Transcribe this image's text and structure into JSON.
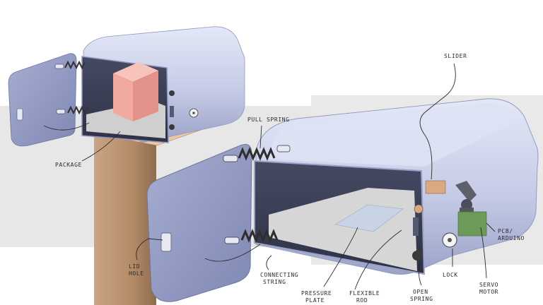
{
  "labels": {
    "package": "PACKAGE",
    "pull_spring": "PULL SPRING",
    "slider": "SLIDER",
    "lid_hole_1": "LID",
    "lid_hole_2": "HOLE",
    "connecting_string_1": "CONNECTING",
    "connecting_string_2": "STRING",
    "pressure_plate_1": "PRESSURE",
    "pressure_plate_2": "PLATE",
    "flexible_rod_1": "FLEXIBLE",
    "flexible_rod_2": "ROD",
    "open_spring_1": "OPEN",
    "open_spring_2": "SPRING",
    "lock": "LOCK",
    "servo_motor_1": "SERVO",
    "servo_motor_2": "MOTOR",
    "pcb_1": "PCB/",
    "pcb_2": "ARDUINO"
  },
  "colors": {
    "background": "#ffffff",
    "backdrop": "#e7e7e7",
    "post": "#b8906c",
    "post_top": "#ecc7a6",
    "box_body": "#c5cbe6",
    "box_shadow": "#8f97bd",
    "box_highlight": "#e4e8f7",
    "interior": "#383c52",
    "floor": "#cfcfcf",
    "package": "#f1a9a0",
    "pcb": "#6b9a59",
    "slider": "#d9a982"
  }
}
